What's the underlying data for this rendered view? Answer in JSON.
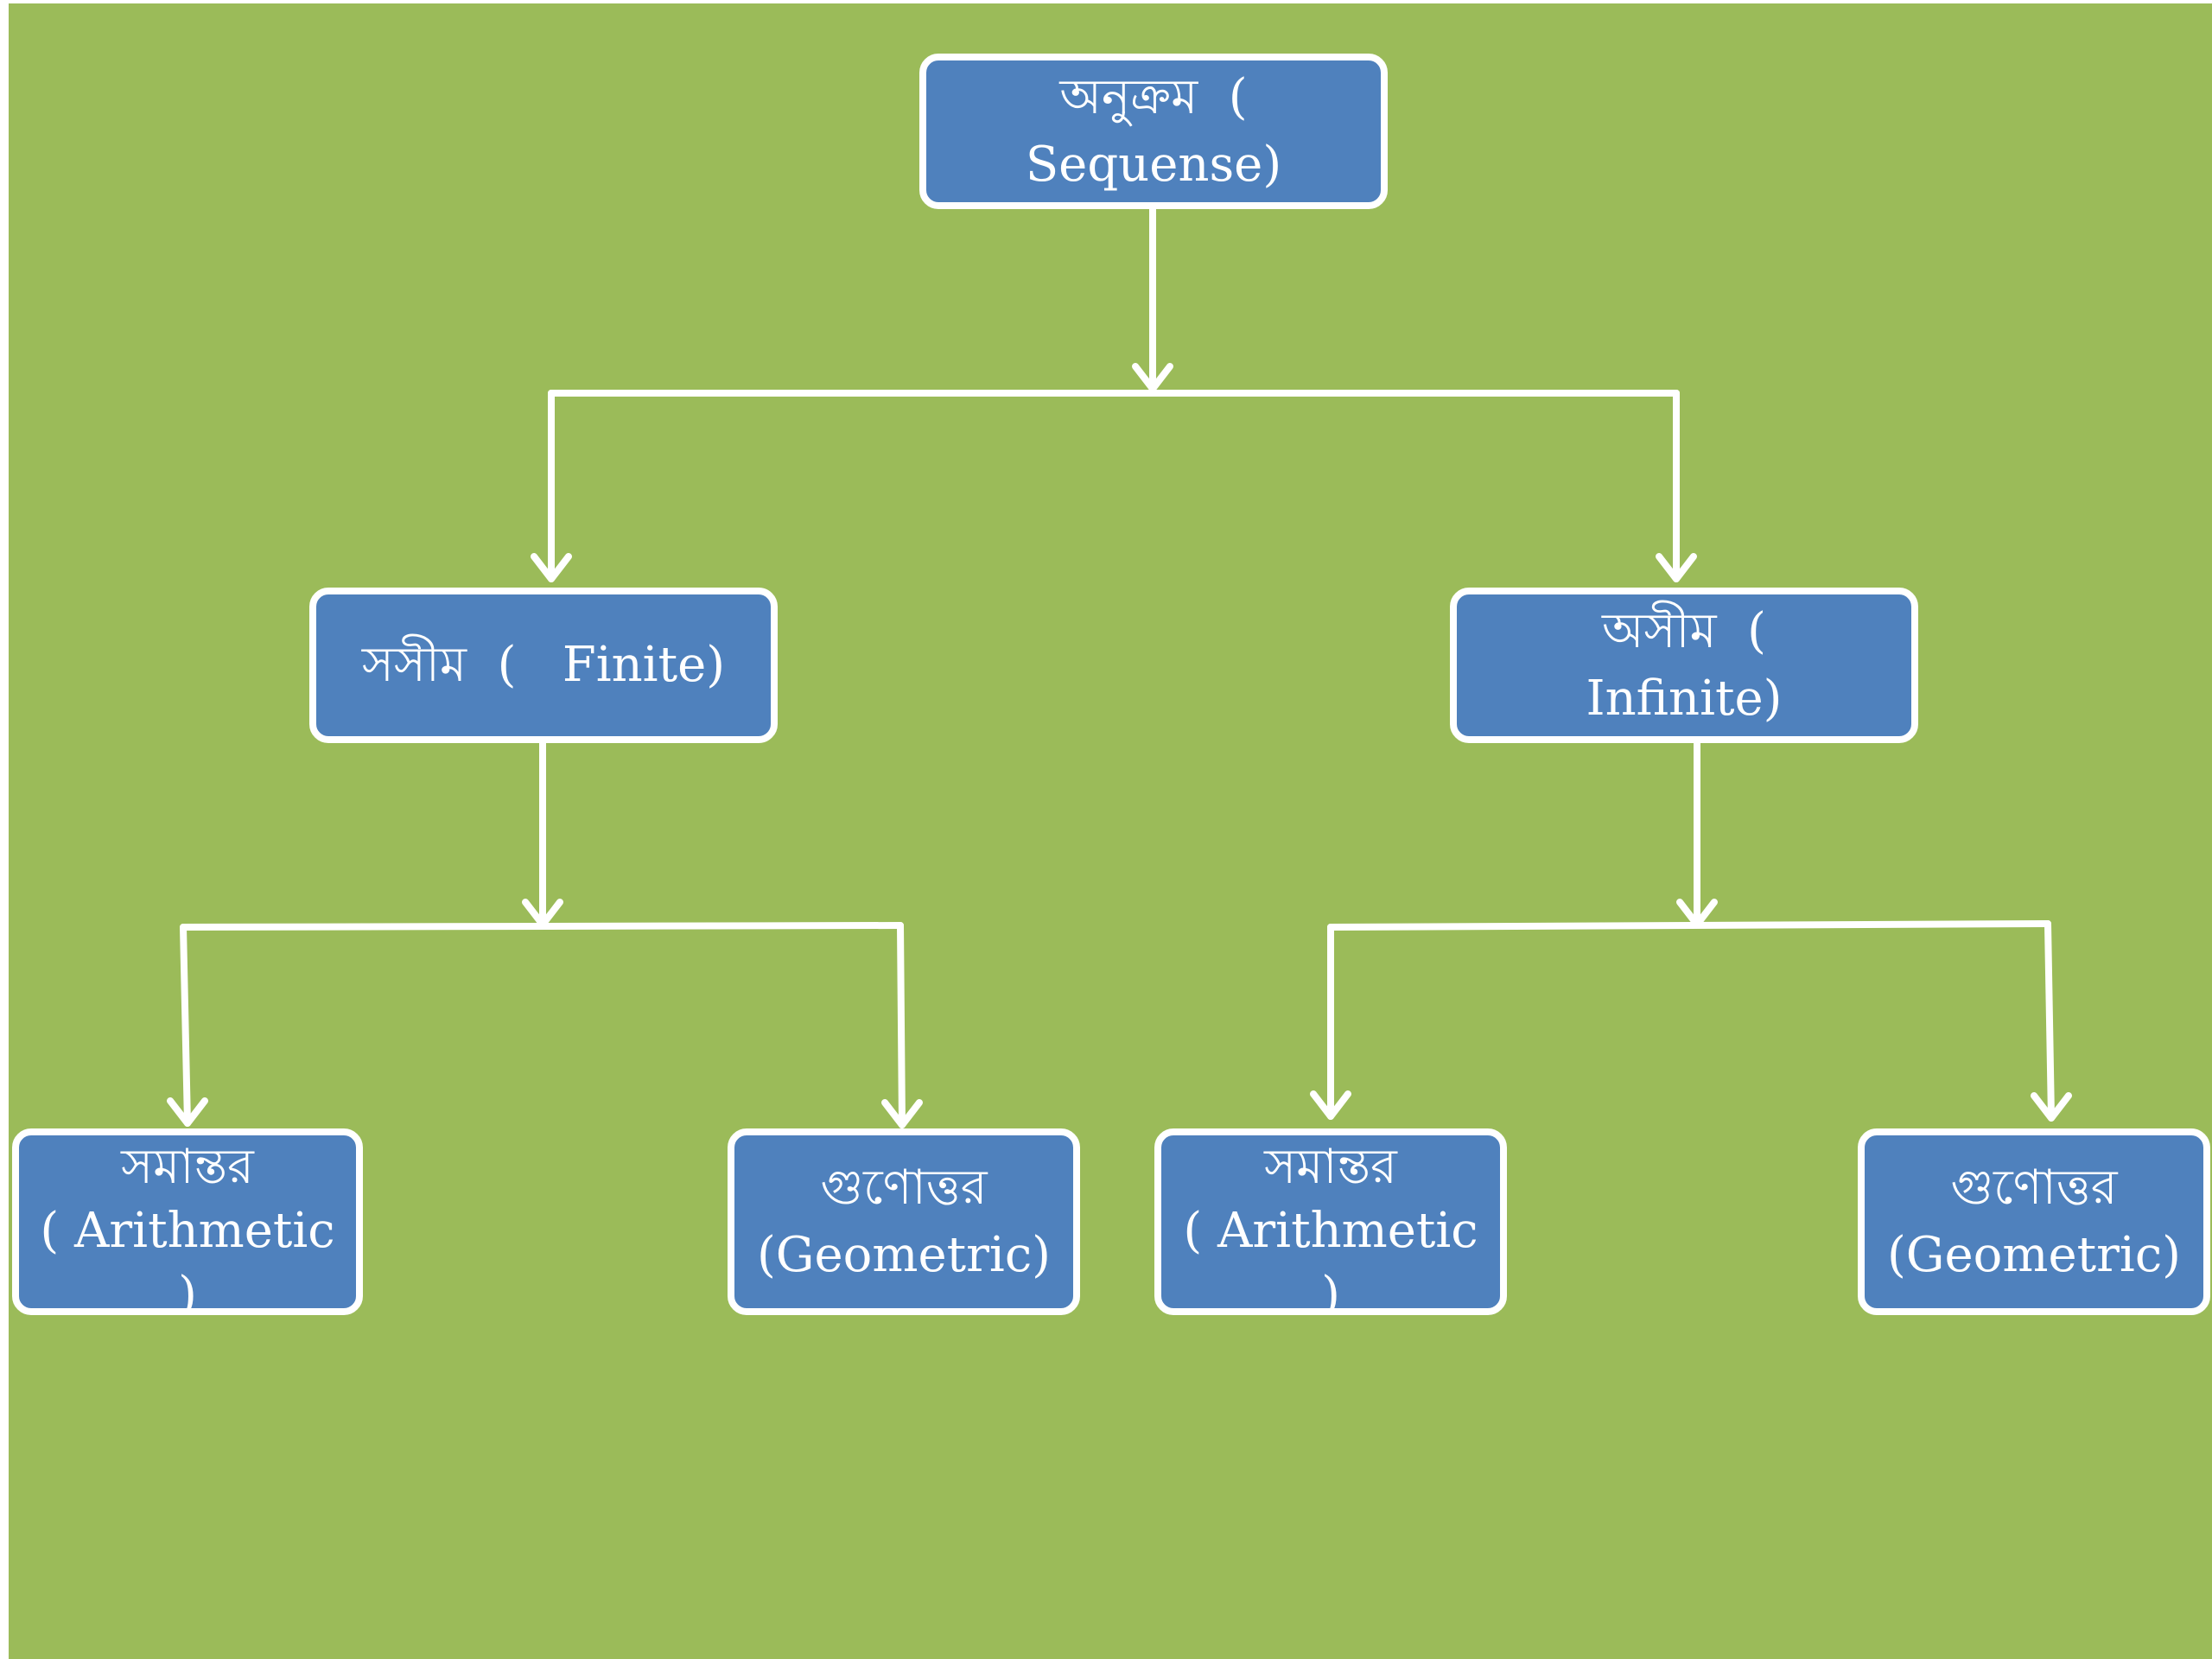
{
  "colors": {
    "background": "#9bbb59",
    "node_fill": "#4f81bd",
    "node_border": "#ffffff",
    "connector": "#ffffff",
    "text": "#ffffff"
  },
  "nodes": {
    "root": {
      "line1": "অনুক্রম  (",
      "line2": "Sequense)"
    },
    "finite": {
      "line1": "সসীম  (   Finite)"
    },
    "infinite": {
      "line1": "অসীম  (",
      "line2": "Infinite)"
    },
    "finite_arithmetic": {
      "line1": "সমান্তর",
      "line2": "( Arithmetic",
      "line3": ")"
    },
    "finite_geometric": {
      "line1": "গুণোত্তর",
      "line2": "(Geometric)"
    },
    "infinite_arithmetic": {
      "line1": "সমান্তর",
      "line2": "( Arithmetic",
      "line3": ")"
    },
    "infinite_geometric": {
      "line1": "গুণোত্তর",
      "line2": "(Geometric)"
    }
  }
}
